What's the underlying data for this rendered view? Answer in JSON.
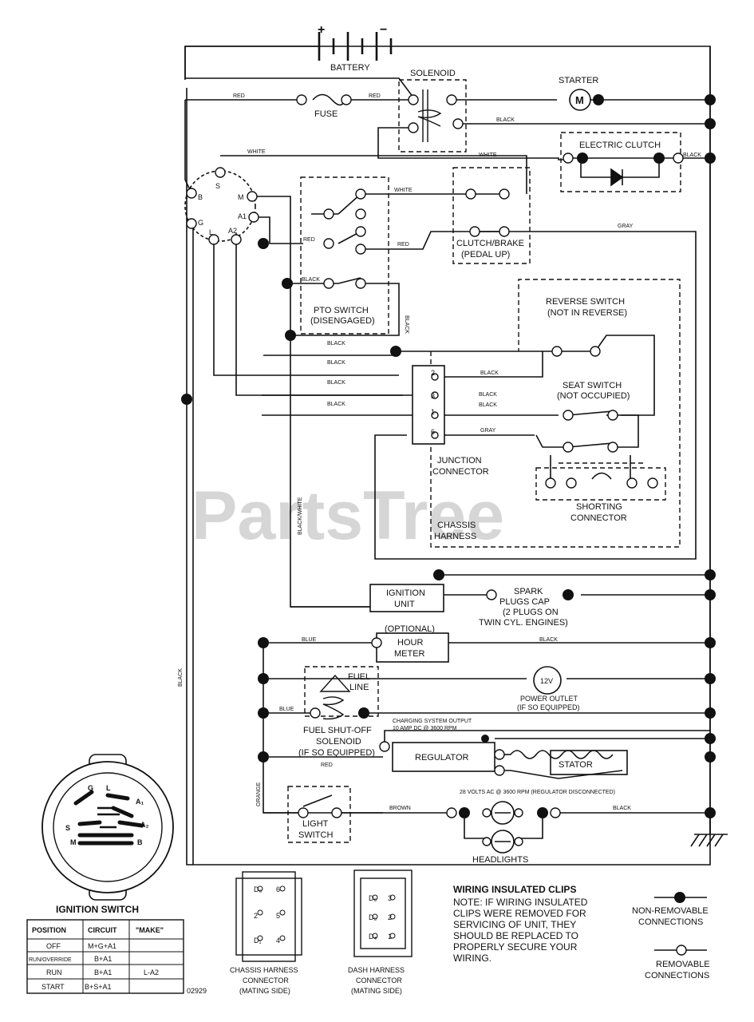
{
  "components": {
    "battery": "BATTERY",
    "solenoid": "SOLENOID",
    "starter": "STARTER",
    "starter_m": "M",
    "fuse": "FUSE",
    "electric_clutch": "ELECTRIC CLUTCH",
    "pto_switch": [
      "PTO SWITCH",
      "(DISENGAGED)"
    ],
    "clutch_brake": [
      "CLUTCH/BRAKE",
      "(PEDAL UP)"
    ],
    "reverse_switch": [
      "REVERSE SWITCH",
      "(NOT IN REVERSE)"
    ],
    "seat_switch": [
      "SEAT SWITCH",
      "(NOT OCCUPIED)"
    ],
    "junction_connector": [
      "JUNCTION",
      "CONNECTOR"
    ],
    "shorting_connector": [
      "SHORTING",
      "CONNECTOR"
    ],
    "chassis_harness": [
      "CHASSIS",
      "HARNESS"
    ],
    "ignition_unit": [
      "IGNITION",
      "UNIT"
    ],
    "spark_plugs": [
      "SPARK",
      "PLUGS CAP",
      "(2 PLUGS ON",
      "TWIN CYL. ENGINES)"
    ],
    "hour_meter": [
      "(OPTIONAL)",
      "HOUR",
      "METER"
    ],
    "fuel_line": [
      "FUEL",
      "LINE"
    ],
    "power_outlet": [
      "12V",
      "POWER OUTLET",
      "(IF SO EQUIPPED)"
    ],
    "fuel_shutoff": [
      "FUEL SHUT-OFF",
      "SOLENOID",
      "(IF SO EQUIPPED)"
    ],
    "charging_output": [
      "CHARGING SYSTEM OUTPUT",
      "10 AMP DC @ 3600 RPM"
    ],
    "regulator": "REGULATOR",
    "stator": "STATOR",
    "stator_note": "28 VOLTS AC @ 3600 RPM (REGULATOR DISCONNECTED)",
    "light_switch": [
      "LIGHT",
      "SWITCH"
    ],
    "headlights": "HEADLIGHTS",
    "ignition_switch": "IGNITION SWITCH"
  },
  "wire_labels": {
    "red": "RED",
    "black": "BLACK",
    "white": "WHITE",
    "gray": "GRAY",
    "blue": "BLUE",
    "brown": "BROWN",
    "orange": "ORANGE",
    "black_white": "BLACK/WHITE"
  },
  "switch_terminals": {
    "s": "S",
    "b": "B",
    "m": "M",
    "g": "G",
    "l": "L",
    "a1": "A1",
    "a2": "A2"
  },
  "junction_pins": [
    "2",
    "3",
    "1",
    "6"
  ],
  "ignition_table": {
    "headers": [
      "POSITION",
      "CIRCUIT",
      "\"MAKE\""
    ],
    "rows": [
      [
        "OFF",
        "M+G+A1",
        ""
      ],
      [
        "RUN/OVERRIDE",
        "B+A1",
        ""
      ],
      [
        "RUN",
        "B+A1",
        "L-A2"
      ],
      [
        "START",
        "B+S+A1",
        ""
      ]
    ]
  },
  "connectors": {
    "chassis": [
      "CHASSIS HARNESS",
      "CONNECTOR",
      "(MATING SIDE)"
    ],
    "dash": [
      "DASH HARNESS",
      "CONNECTOR",
      "(MATING SIDE)"
    ]
  },
  "note": {
    "title": "WIRING INSULATED CLIPS",
    "lines": [
      "NOTE: IF WIRING INSULATED",
      "CLIPS WERE REMOVED FOR",
      "SERVICING OF UNIT, THEY",
      "SHOULD BE REPLACED TO",
      "PROPERLY SECURE YOUR",
      "WIRING."
    ]
  },
  "legend": {
    "non_removable": [
      "NON-REMOVABLE",
      "CONNECTIONS"
    ],
    "removable": [
      "REMOVABLE",
      "CONNECTIONS"
    ]
  },
  "watermark": "PartsTree",
  "figure_number": "02929"
}
